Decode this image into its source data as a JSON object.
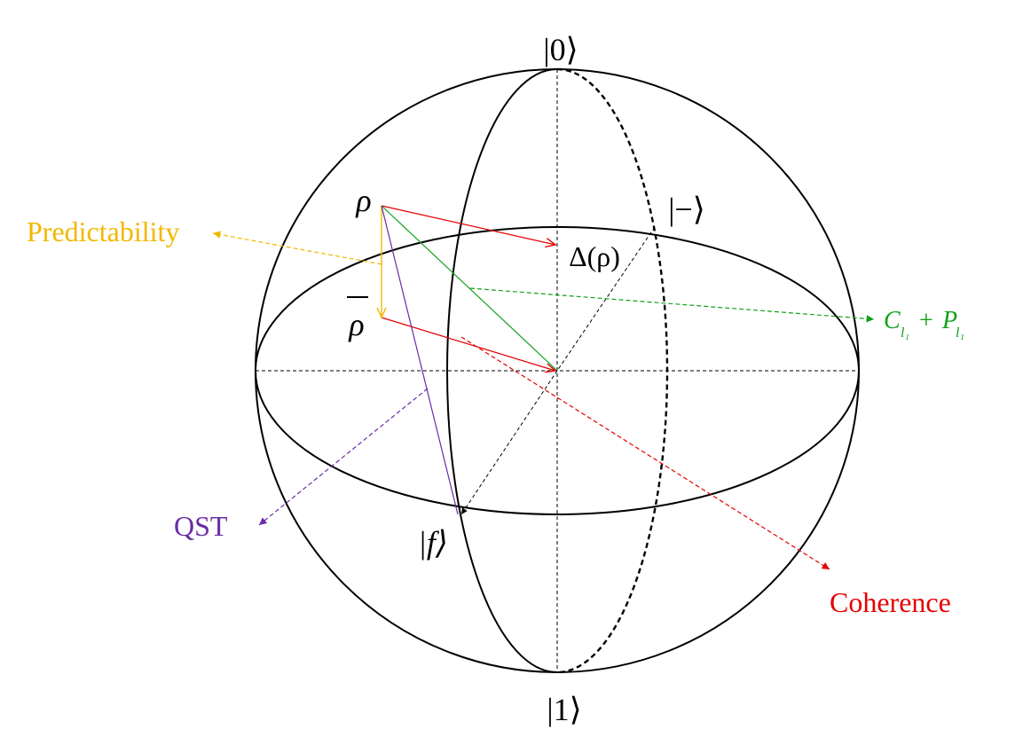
{
  "labels": {
    "ket_zero": "|0⟩",
    "ket_one": "|1⟩",
    "ket_minus": "|−⟩",
    "ket_f": "|f⟩",
    "rho": "ρ",
    "rho_bar": "ρ",
    "delta_rho": "Δ(ρ)",
    "predictability": "Predictability",
    "qst": "QST",
    "coherence": "Coherence",
    "sum_c": "C",
    "sum_sub": "l₁",
    "sum_plus": "+",
    "sum_p": "P"
  },
  "colors": {
    "outline": "#000000",
    "predictability": "#f2b800",
    "green": "#11a11a",
    "coherence": "#e50000",
    "qst": "#6a2ca6"
  }
}
